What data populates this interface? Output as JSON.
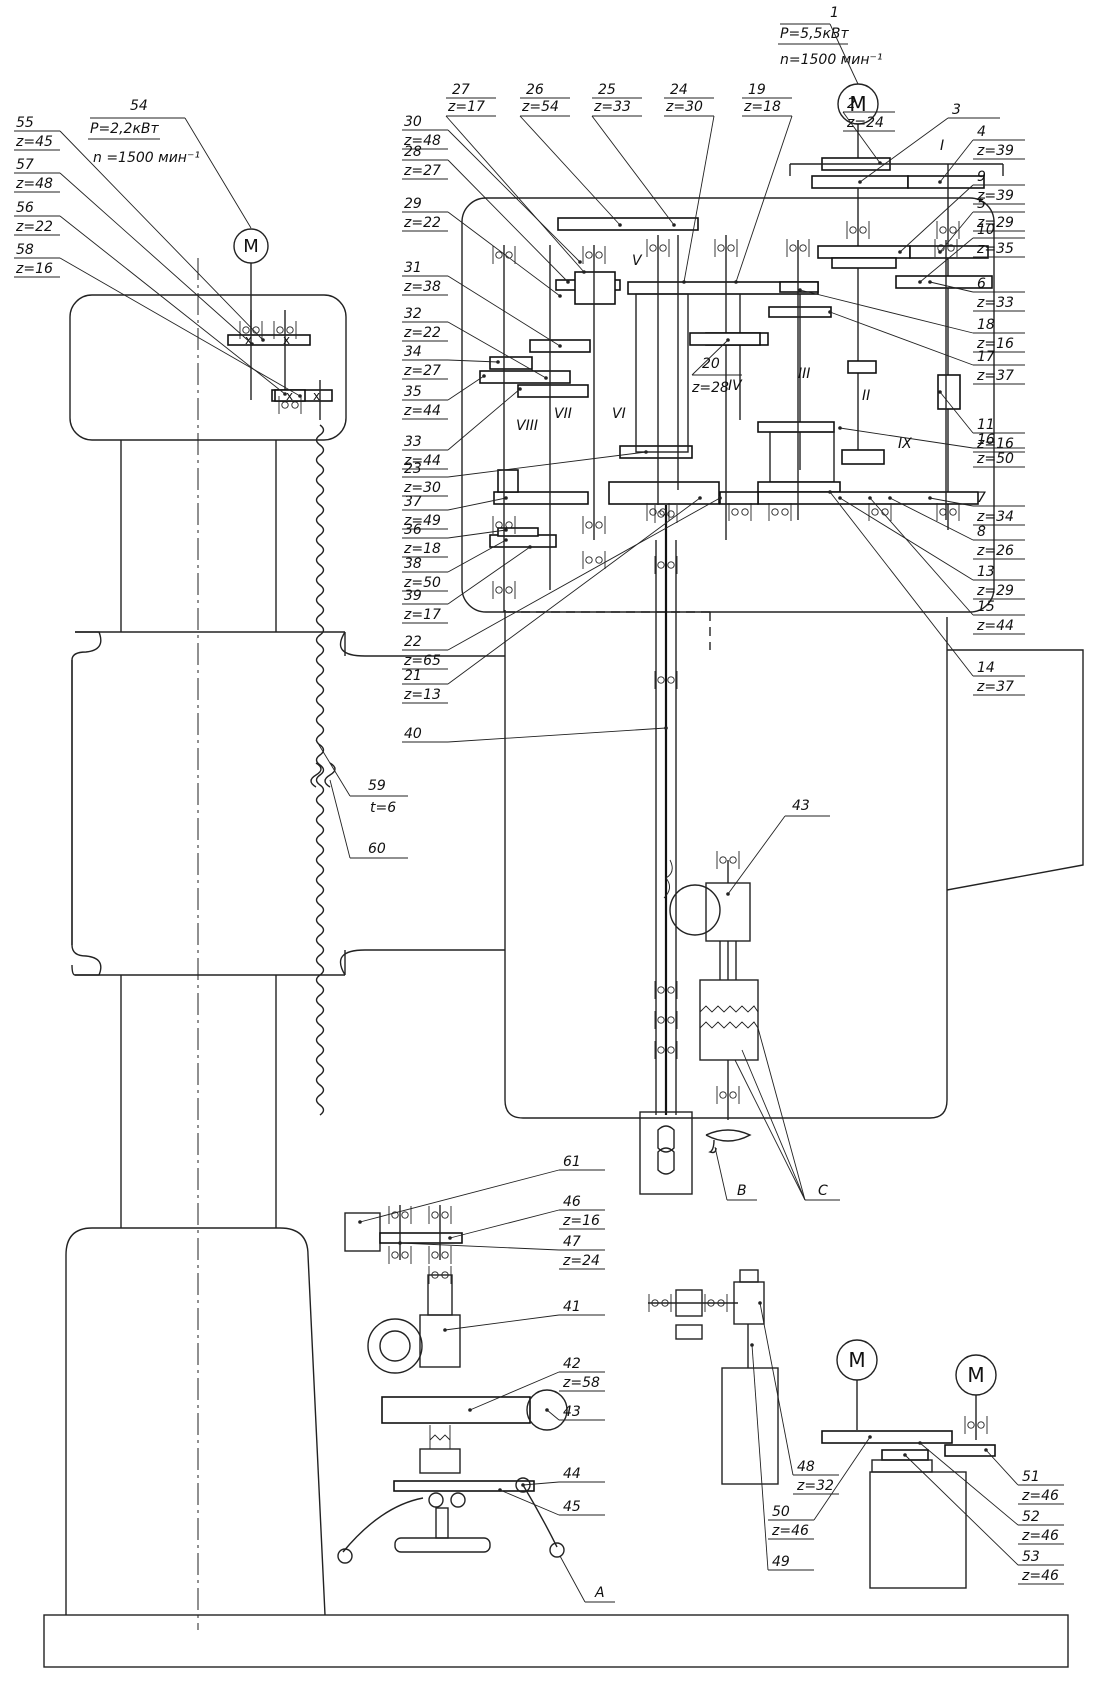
{
  "motors": {
    "main": {
      "number": "1",
      "power": "P=5,5кВт",
      "speed": "n=1500 мин⁻¹",
      "symbol": "M"
    },
    "column": {
      "number": "54",
      "power": "P=2,2кВт",
      "speed": "n =1500 мин⁻¹",
      "symbol": "M"
    },
    "aux_left": {
      "symbol": "M"
    },
    "aux_right": {
      "symbol": "M"
    }
  },
  "right_labels": [
    {
      "n": "2",
      "z": "z=24"
    },
    {
      "n": "3",
      "z": ""
    },
    {
      "n": "4",
      "z": "z=39"
    },
    {
      "n": "9",
      "z": "z=39"
    },
    {
      "n": "5",
      "z": "z=29"
    },
    {
      "n": "10",
      "z": "z=35"
    },
    {
      "n": "6",
      "z": "z=33"
    },
    {
      "n": "18",
      "z": "z=16"
    },
    {
      "n": "17",
      "z": "z=37"
    },
    {
      "n": "11",
      "z": "z=16"
    },
    {
      "n": "16",
      "z": "z=50"
    },
    {
      "n": "7",
      "z": "z=34"
    },
    {
      "n": "8",
      "z": "z=26"
    },
    {
      "n": "13",
      "z": "z=29"
    },
    {
      "n": "15",
      "z": "z=44"
    },
    {
      "n": "14",
      "z": "z=37"
    }
  ],
  "top_labels": [
    {
      "n": "27",
      "z": "z=17"
    },
    {
      "n": "26",
      "z": "z=54"
    },
    {
      "n": "25",
      "z": "z=33"
    },
    {
      "n": "24",
      "z": "z=30"
    },
    {
      "n": "19",
      "z": "z=18"
    }
  ],
  "left_labels": [
    {
      "n": "30",
      "z": "z=48"
    },
    {
      "n": "28",
      "z": "z=27"
    },
    {
      "n": "29",
      "z": "z=22"
    },
    {
      "n": "31",
      "z": "z=38"
    },
    {
      "n": "32",
      "z": "z=22"
    },
    {
      "n": "34",
      "z": "z=27"
    },
    {
      "n": "35",
      "z": "z=44"
    },
    {
      "n": "33",
      "z": "z=44"
    },
    {
      "n": "23",
      "z": "z=30"
    },
    {
      "n": "37",
      "z": "z=49"
    },
    {
      "n": "36",
      "z": "z=18"
    },
    {
      "n": "38",
      "z": "z=50"
    },
    {
      "n": "39",
      "z": "z=17"
    },
    {
      "n": "22",
      "z": "z=65"
    },
    {
      "n": "21",
      "z": "z=13"
    },
    {
      "n": "40",
      "z": ""
    }
  ],
  "column_labels": [
    {
      "n": "55",
      "z": "z=45"
    },
    {
      "n": "57",
      "z": "z=48"
    },
    {
      "n": "56",
      "z": "z=22"
    },
    {
      "n": "58",
      "z": "z=16"
    }
  ],
  "shafts": {
    "I": "I",
    "II": "II",
    "III": "III",
    "IV": "IV",
    "V": "V",
    "VI": "VI",
    "VII": "VII",
    "VIII": "VIII",
    "IX": "IX"
  },
  "misc_labels": {
    "g20": "20",
    "g20z": "z=28",
    "g43": "43",
    "screw_n": "59",
    "screw_t": "t=6",
    "nut": "60",
    "letterB": "B",
    "letterC": "C",
    "letterA": "A"
  },
  "bottom_labels": [
    {
      "n": "61",
      "z": ""
    },
    {
      "n": "46",
      "z": "z=16"
    },
    {
      "n": "47",
      "z": "z=24"
    },
    {
      "n": "41",
      "z": ""
    },
    {
      "n": "42",
      "z": "z=58"
    },
    {
      "n": "43",
      "z": ""
    },
    {
      "n": "44",
      "z": ""
    },
    {
      "n": "45",
      "z": ""
    }
  ],
  "pump_labels": [
    {
      "n": "48",
      "z": "z=32"
    },
    {
      "n": "50",
      "z": "z=46"
    },
    {
      "n": "49",
      "z": ""
    }
  ],
  "aux_labels": [
    {
      "n": "51",
      "z": "z=46"
    },
    {
      "n": "52",
      "z": "z=46"
    },
    {
      "n": "53",
      "z": "z=46"
    }
  ]
}
